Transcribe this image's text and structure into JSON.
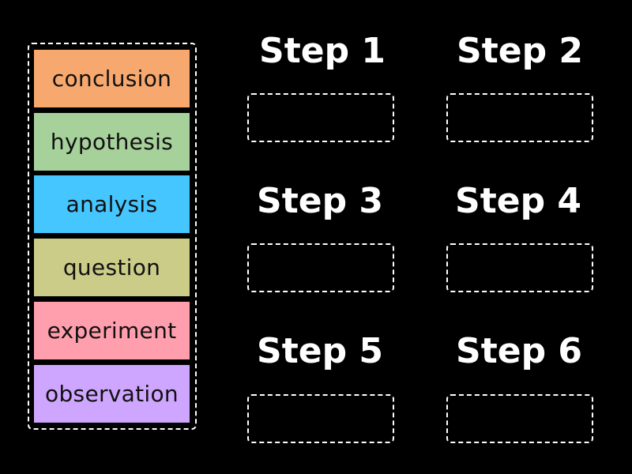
{
  "word_bank": {
    "cards": [
      {
        "label": "conclusion",
        "color": "#f7a86e"
      },
      {
        "label": "hypothesis",
        "color": "#a6d19a"
      },
      {
        "label": "analysis",
        "color": "#45c6ff"
      },
      {
        "label": "question",
        "color": "#cbcc88"
      },
      {
        "label": "experiment",
        "color": "#ff9fae"
      },
      {
        "label": "observation",
        "color": "#cfa6ff"
      }
    ]
  },
  "steps": [
    {
      "label": "Step 1"
    },
    {
      "label": "Step 2"
    },
    {
      "label": "Step 3"
    },
    {
      "label": "Step 4"
    },
    {
      "label": "Step 5"
    },
    {
      "label": "Step 6"
    }
  ]
}
